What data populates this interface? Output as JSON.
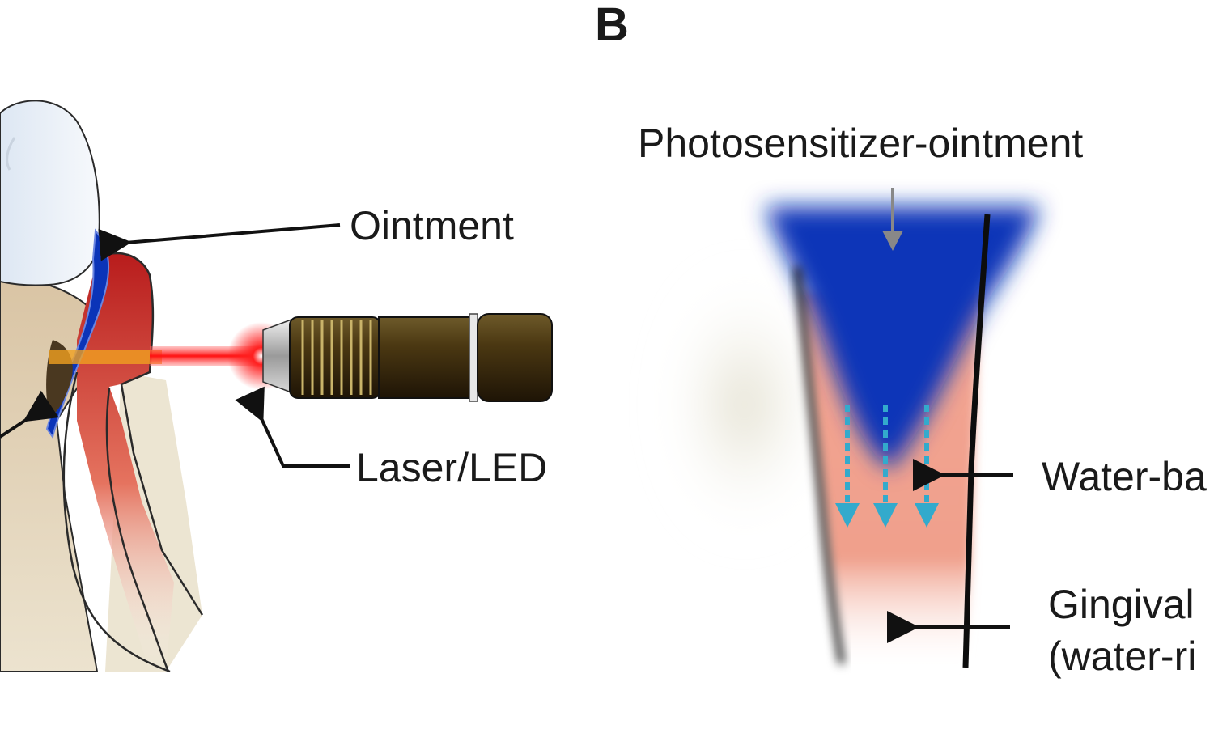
{
  "panel_b": {
    "letter": "B",
    "title": "Photosensitizer-ointment",
    "label_water": "Water-ba",
    "label_gingival_1": "Gingival",
    "label_gingival_2": "(water-ri"
  },
  "panel_a": {
    "label_ointment": "Ointment",
    "label_laser": "Laser/LED"
  },
  "colors": {
    "ointment_blue": "#0b34b8",
    "gum_red": "#b81c1c",
    "tissue_pink": "#ee8c78",
    "laser_red": "#ff1a1a",
    "device_brown": "#3b2a10",
    "diffusion_cyan": "#33aacc"
  }
}
